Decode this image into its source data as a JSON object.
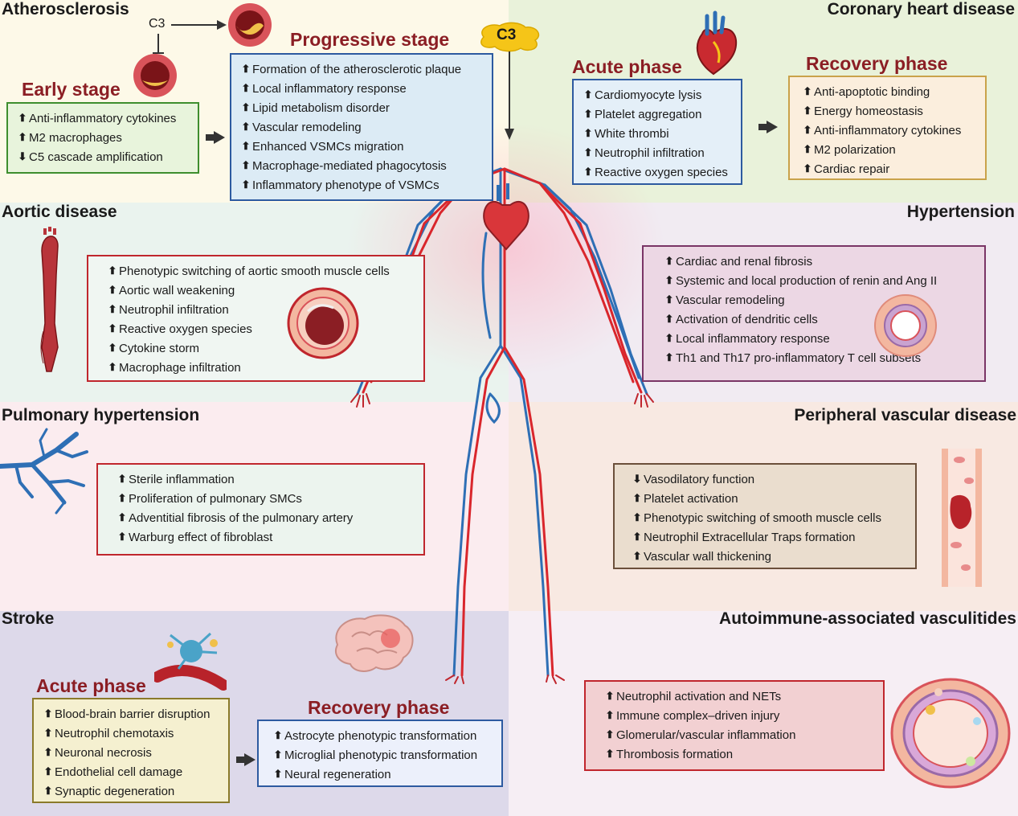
{
  "colors": {
    "title": "#1a1a1a",
    "stage": "#8b1e24",
    "artery": "#d9262c",
    "vein": "#2e6fb5",
    "green_border": "#3e8e2e",
    "blue_border": "#2d5aa0",
    "red_border": "#c0262d",
    "purple_border": "#7a3566",
    "brown_border": "#6b4f3a",
    "gold_border": "#c9a24a",
    "olive_border": "#8a7a2a",
    "c3_badge": "#f5c518"
  },
  "atherosclerosis": {
    "title": "Atherosclerosis",
    "c3_label": "C3",
    "early_stage": {
      "title": "Early stage",
      "items": [
        {
          "arrow": "⬆",
          "text": "Anti-inflammatory cytokines"
        },
        {
          "arrow": "⬆",
          "text": "M2 macrophages"
        },
        {
          "arrow": "⬇",
          "text": "C5 cascade amplification"
        }
      ]
    },
    "progressive_stage": {
      "title": "Progressive stage",
      "items": [
        {
          "arrow": "⬆",
          "text": "Formation of the atherosclerotic plaque"
        },
        {
          "arrow": "⬆",
          "text": "Local inflammatory response"
        },
        {
          "arrow": "⬆",
          "text": "Lipid metabolism disorder"
        },
        {
          "arrow": "⬆",
          "text": "Vascular remodeling"
        },
        {
          "arrow": "⬆",
          "text": "Enhanced VSMCs migration"
        },
        {
          "arrow": "⬆",
          "text": "Macrophage-mediated phagocytosis"
        },
        {
          "arrow": "⬆",
          "text": "Inflammatory phenotype of VSMCs"
        }
      ]
    }
  },
  "center": {
    "c3_badge": "C3"
  },
  "coronary": {
    "title": "Coronary heart disease",
    "acute_phase": {
      "title": "Acute phase",
      "items": [
        {
          "arrow": "⬆",
          "text": "Cardiomyocyte lysis"
        },
        {
          "arrow": "⬆",
          "text": "Platelet aggregation"
        },
        {
          "arrow": "⬆",
          "text": "White thrombi"
        },
        {
          "arrow": "⬆",
          "text": "Neutrophil infiltration"
        },
        {
          "arrow": "⬆",
          "text": "Reactive oxygen species"
        }
      ]
    },
    "recovery_phase": {
      "title": "Recovery phase",
      "items": [
        {
          "arrow": "⬆",
          "text": "Anti-apoptotic binding"
        },
        {
          "arrow": "⬆",
          "text": "Energy homeostasis"
        },
        {
          "arrow": "⬆",
          "text": "Anti-inflammatory cytokines"
        },
        {
          "arrow": "⬆",
          "text": "M2 polarization"
        },
        {
          "arrow": "⬆",
          "text": "Cardiac repair"
        }
      ]
    }
  },
  "aortic": {
    "title": "Aortic disease",
    "items": [
      {
        "arrow": "⬆",
        "text": "Phenotypic switching of aortic smooth muscle cells"
      },
      {
        "arrow": "⬆",
        "text": "Aortic wall weakening"
      },
      {
        "arrow": "⬆",
        "text": "Neutrophil infiltration"
      },
      {
        "arrow": "⬆",
        "text": "Reactive oxygen species"
      },
      {
        "arrow": "⬆",
        "text": "Cytokine storm"
      },
      {
        "arrow": "⬆",
        "text": "Macrophage infiltration"
      }
    ]
  },
  "hypertension": {
    "title": "Hypertension",
    "items": [
      {
        "arrow": "⬆",
        "text": "Cardiac and renal fibrosis"
      },
      {
        "arrow": "⬆",
        "text": "Systemic and local production of renin and Ang II"
      },
      {
        "arrow": "⬆",
        "text": "Vascular remodeling"
      },
      {
        "arrow": "⬆",
        "text": "Activation of dendritic cells"
      },
      {
        "arrow": "⬆",
        "text": "Local inflammatory response"
      },
      {
        "arrow": "⬆",
        "text": "Th1 and Th17 pro-inflammatory T cell subsets"
      }
    ]
  },
  "pulmonary": {
    "title": "Pulmonary hypertension",
    "items": [
      {
        "arrow": "⬆",
        "text": "Sterile inflammation"
      },
      {
        "arrow": "⬆",
        "text": "Proliferation of pulmonary SMCs"
      },
      {
        "arrow": "⬆",
        "text": "Adventitial fibrosis of the pulmonary artery"
      },
      {
        "arrow": "⬆",
        "text": "Warburg effect of fibroblast"
      }
    ]
  },
  "peripheral": {
    "title": "Peripheral vascular disease",
    "items": [
      {
        "arrow": "⬇",
        "text": "Vasodilatory function"
      },
      {
        "arrow": "⬆",
        "text": "Platelet activation"
      },
      {
        "arrow": "⬆",
        "text": "Phenotypic switching of smooth muscle cells"
      },
      {
        "arrow": "⬆",
        "text": "Neutrophil Extracellular Traps formation"
      },
      {
        "arrow": "⬆",
        "text": "Vascular wall thickening"
      }
    ]
  },
  "stroke": {
    "title": "Stroke",
    "acute_phase": {
      "title": "Acute phase",
      "items": [
        {
          "arrow": "⬆",
          "text": "Blood-brain barrier disruption"
        },
        {
          "arrow": "⬆",
          "text": "Neutrophil chemotaxis"
        },
        {
          "arrow": "⬆",
          "text": "Neuronal necrosis"
        },
        {
          "arrow": "⬆",
          "text": "Endothelial cell damage"
        },
        {
          "arrow": "⬆",
          "text": "Synaptic degeneration"
        }
      ]
    },
    "recovery_phase": {
      "title": "Recovery phase",
      "items": [
        {
          "arrow": "⬆",
          "text": "Astrocyte phenotypic transformation"
        },
        {
          "arrow": "⬆",
          "text": "Microglial phenotypic transformation"
        },
        {
          "arrow": "⬆",
          "text": "Neural regeneration"
        }
      ]
    }
  },
  "autoimmune": {
    "title": "Autoimmune-associated vasculitides",
    "items": [
      {
        "arrow": "⬆",
        "text": "Neutrophil activation and NETs"
      },
      {
        "arrow": "⬆",
        "text": "Immune complex–driven injury"
      },
      {
        "arrow": "⬆",
        "text": "Glomerular/vascular inflammation"
      },
      {
        "arrow": "⬆",
        "text": "Thrombosis formation"
      }
    ]
  }
}
